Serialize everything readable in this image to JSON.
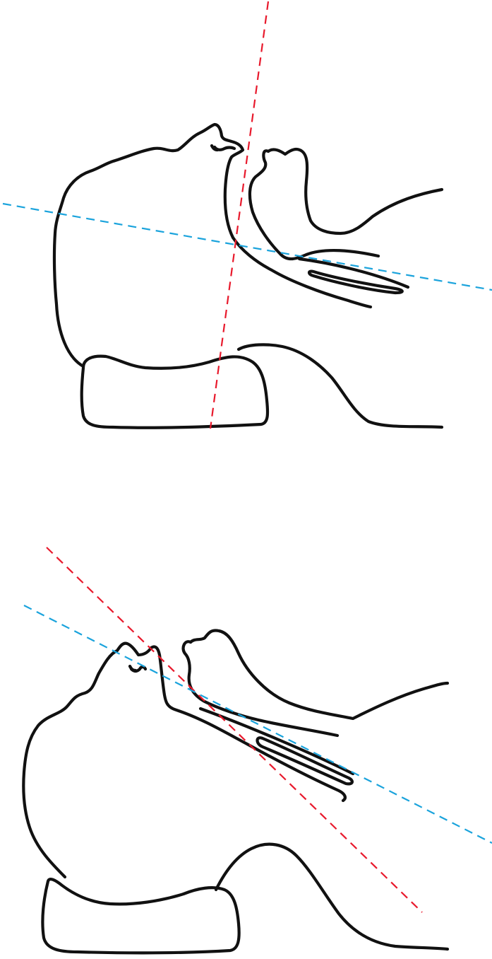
{
  "colors": {
    "outline": "#111111",
    "axis_red": "#e8192c",
    "axis_blue": "#1aa3dc",
    "background": "#ffffff"
  },
  "panels": [
    {
      "id": "top",
      "description_icon": "head-neutral-position-icon",
      "axes": [
        "red-dashed-axis",
        "blue-dashed-axis"
      ]
    },
    {
      "id": "bottom",
      "description_icon": "head-extended-position-icon",
      "axes": [
        "red-dashed-axis",
        "blue-dashed-axis"
      ]
    }
  ]
}
